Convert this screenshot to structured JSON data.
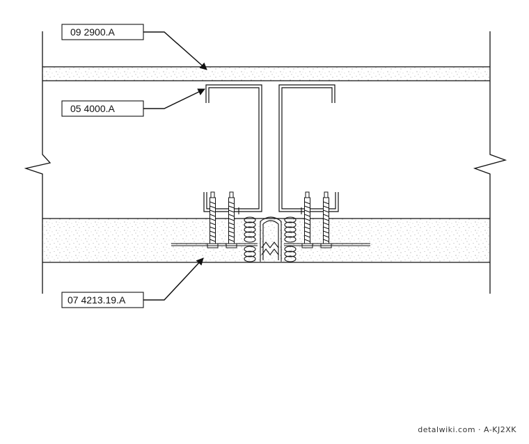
{
  "callouts": [
    {
      "id": "gypsum",
      "text": "09 2900.A"
    },
    {
      "id": "stud",
      "text": "05 4000.A"
    },
    {
      "id": "joint",
      "text": "07 4213.19.A"
    }
  ],
  "footer": {
    "source": "detalwiki.com · A-KJ2XK"
  },
  "colors": {
    "line": "#111111",
    "stipple": "#666666",
    "background": "#ffffff"
  }
}
